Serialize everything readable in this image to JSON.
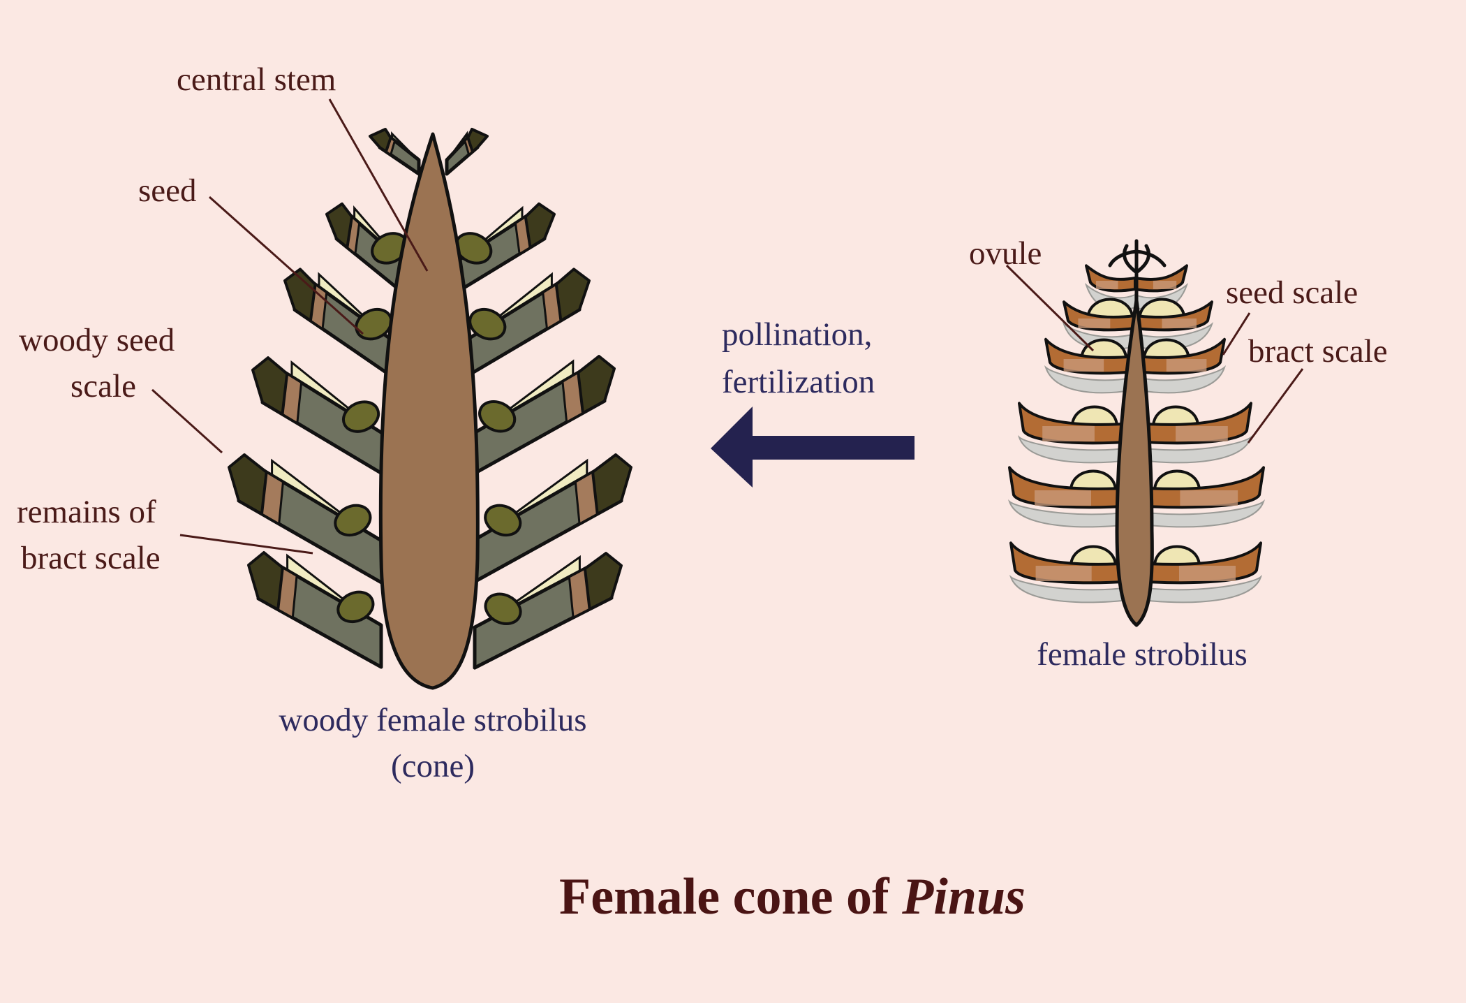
{
  "title": {
    "main": "Female cone of ",
    "italic": "Pinus"
  },
  "cone": {
    "central_stem": "central stem",
    "seed": "seed",
    "woody_seed_scale_1": "woody seed",
    "woody_seed_scale_2": "scale",
    "remains_bract_1": "remains of",
    "remains_bract_2": "bract scale",
    "caption_1": "woody female strobilus",
    "caption_2": "(cone)"
  },
  "process": {
    "line_1": "pollination,",
    "line_2": "fertilization"
  },
  "strobilus": {
    "ovule": "ovule",
    "seed_scale": "seed scale",
    "bract_scale": "bract scale",
    "caption": "female strobilus"
  },
  "colors": {
    "background": "#fbe8e3",
    "stem": "#9b7352",
    "woody_scale": "#6f7260",
    "scale_tip": "#3d3a1c",
    "scale_band": "#a47b5c",
    "seed": "#6b6a2d",
    "wing": "#f1ecc2",
    "young_scale": "#b36c34",
    "young_band": "#c99b7c",
    "ovule": "#efe6b4",
    "bract": "#d2d2cf",
    "arrow": "#24224f"
  }
}
